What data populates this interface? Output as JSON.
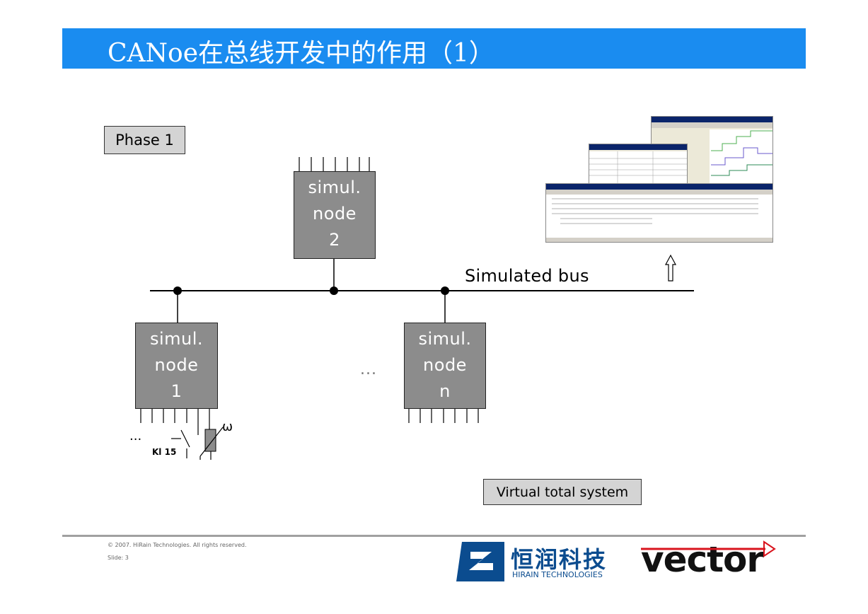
{
  "title": "CANoe在总线开发中的作用（1）",
  "phase_label": "Phase 1",
  "nodes": [
    {
      "line1": "simul.",
      "line2": "node",
      "line3": "2"
    },
    {
      "line1": "simul.",
      "line2": "node",
      "line3": "1"
    },
    {
      "line1": "simul.",
      "line2": "node",
      "line3": "n"
    }
  ],
  "bus_label": "Simulated bus",
  "ellipsis_middle": "...",
  "ellipsis_left": "...",
  "switch_label": "Kl 15",
  "sensor_symbol": "ω",
  "virtual_system_label": "Virtual total system",
  "footer": {
    "copyright": "© 2007. HiRain Technologies. All rights reserved.",
    "slide": "Slide: 3"
  },
  "logos": {
    "hirain_cn": "恒润科技",
    "hirain_en": "HIRAIN TECHNOLOGIES",
    "vector": "vector"
  },
  "colors": {
    "title_bar": "#1a8cf0",
    "node_fill": "#8c8c8c",
    "label_box_fill": "#d4d4d4",
    "hirain_blue": "#0b4c8f",
    "vector_red": "#d9141e"
  }
}
